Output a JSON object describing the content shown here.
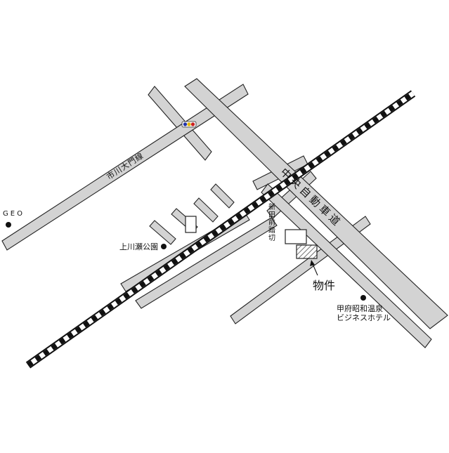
{
  "map": {
    "highway_label": "中央自動車道",
    "road_label_ichikawa": "市川大門線",
    "crossing_label": "新田前踏切",
    "landmarks": {
      "geo": "GEO",
      "park": "上川瀬公園",
      "property": "物件",
      "hotel_line1": "甲府昭和温泉",
      "hotel_line2": "ビジネスホテル"
    }
  },
  "colors": {
    "road_fill": "#d3d3d3",
    "outline": "#222222",
    "rail": "#111111",
    "background": "#ffffff"
  }
}
